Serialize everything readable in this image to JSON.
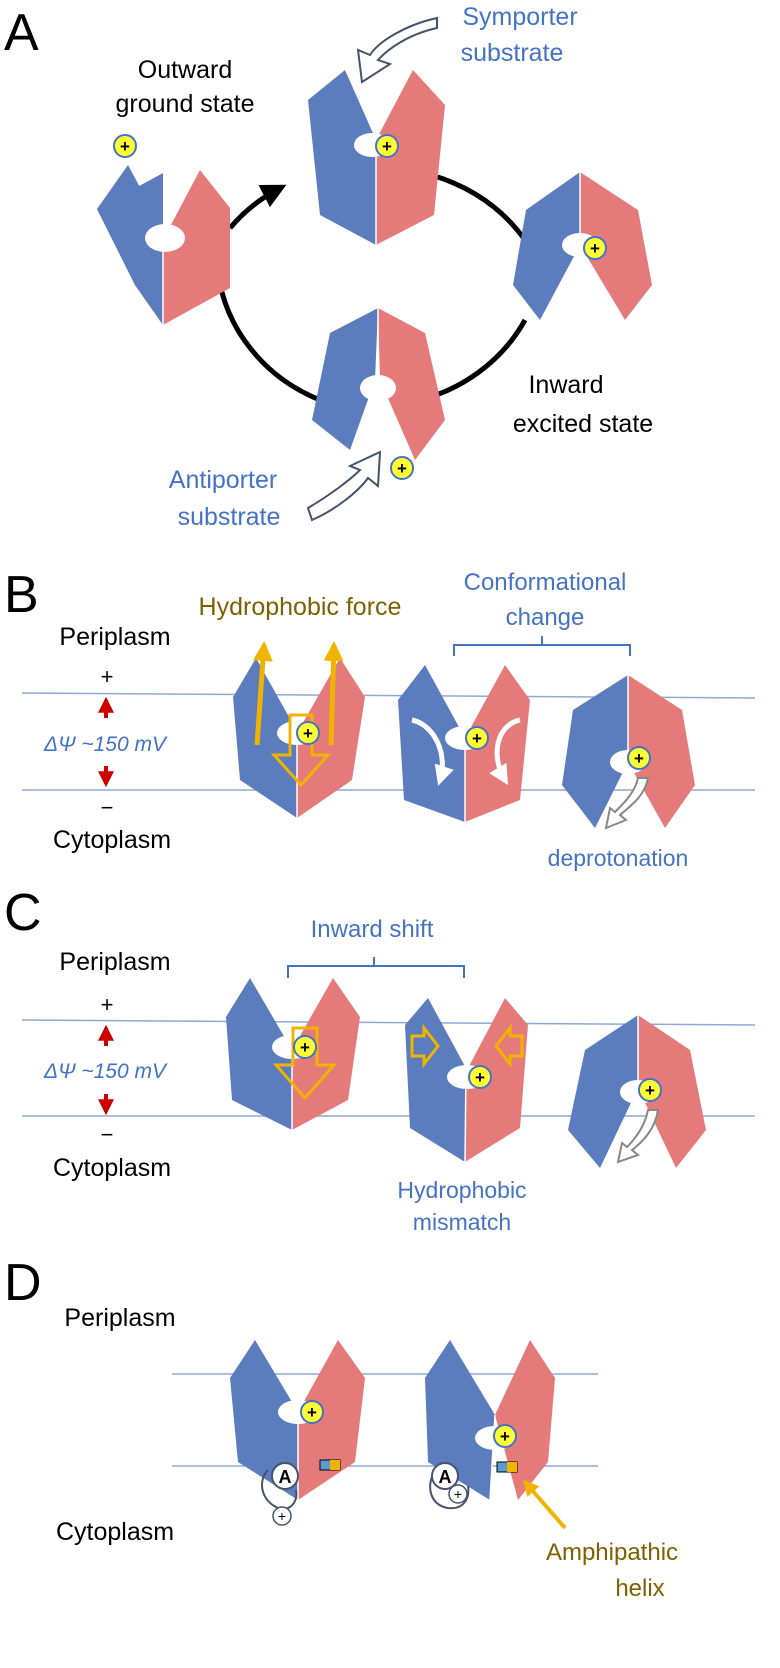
{
  "panels": {
    "A": {
      "letter": "A",
      "outward_1": "Outward",
      "outward_2": "ground state",
      "symporter_1": "Symporter",
      "symporter_2": "substrate",
      "inward_1": "Inward",
      "inward_2": "excited state",
      "antiporter_1": "Antiporter",
      "antiporter_2": "substrate"
    },
    "B": {
      "letter": "B",
      "periplasm": "Periplasm",
      "cytoplasm": "Cytoplasm",
      "plus": "+",
      "minus": "−",
      "potential": "ΔΨ ~150 mV",
      "hydrophobic_force": "Hydrophobic force",
      "conf_1": "Conformational",
      "conf_2": "change",
      "deprotonation": "deprotonation"
    },
    "C": {
      "letter": "C",
      "periplasm": "Periplasm",
      "cytoplasm": "Cytoplasm",
      "plus": "+",
      "minus": "−",
      "potential": "ΔΨ ~150 mV",
      "inward_shift": "Inward shift",
      "mismatch_1": "Hydrophobic",
      "mismatch_2": "mismatch"
    },
    "D": {
      "letter": "D",
      "periplasm": "Periplasm",
      "cytoplasm": "Cytoplasm",
      "residue": "A",
      "charge": "+",
      "amph_1": "Amphipathic",
      "amph_2": "helix"
    }
  },
  "proton_symbol": "+",
  "colors": {
    "blue_domain": "#5b7dbe",
    "red_domain": "#e47a7a",
    "proton_fill": "#ffff33",
    "label_blue": "#4472c4",
    "label_gold": "#7f6000",
    "arrow_gold": "#f0b400",
    "field_red": "#cc0000",
    "membrane_line": "#8fa8d8"
  },
  "icons": [
    "proton-icon",
    "cycle-arrow-icon",
    "curved-entry-arrow-icon",
    "rotation-arrow-icon",
    "shift-arrow-icon",
    "potential-arrow-icon"
  ]
}
